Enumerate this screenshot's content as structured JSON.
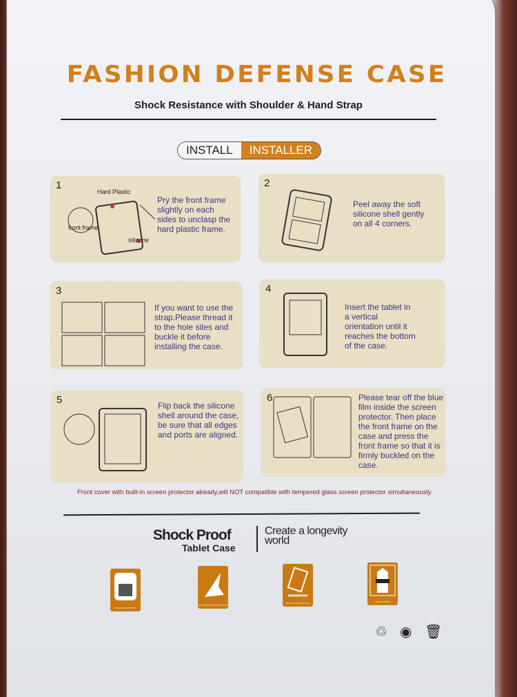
{
  "header": {
    "title": "FASHION DEFENSE CASE",
    "subtitle": "Shock Resistance with Shoulder & Hand Strap"
  },
  "toggle": {
    "install": "INSTALL",
    "installer": "INSTALLER"
  },
  "steps": [
    {
      "number": "1",
      "text": "Pry the front frame slightly on each sides to unclasp the hard plastic frame.",
      "labels": {
        "hard_plastic": "Hard Plastic",
        "front_frame": "front frame",
        "silicone": "silicone"
      }
    },
    {
      "number": "2",
      "text": "Peel away the soft silicone shell gently on all 4 corners."
    },
    {
      "number": "3",
      "text": "If you want to use the strap.Please thread it to the hole sites and buckle it before installing the case."
    },
    {
      "number": "4",
      "text": "Insert the tablet in a vertical orientation until it reaches the bottom of the case."
    },
    {
      "number": "5",
      "text": "Flip back the silicone shell around the case, be sure that all edges and ports are aligned."
    },
    {
      "number": "6",
      "text": "Please tear off the blue film inside the screen protector. Then place the front frame on the case and press the front frame so that it is firmly buckled on the case."
    }
  ],
  "footnote": "Front cover with built-in screen protector already,will NOT compatible with tempered glass screen protector simultaneously.",
  "brand": {
    "line1": "Shock Proof",
    "line2": "Tablet Case",
    "slogan": "Create a longevity world"
  },
  "features": [
    {
      "icon": "shoulder-strap-icon",
      "label": "SHOULDER STRAP"
    },
    {
      "icon": "kickstand-icon",
      "label": "WITH BUILT-IN KICKSTAND"
    },
    {
      "icon": "shock-protection-icon",
      "label": "SHOCK PROTECTION"
    },
    {
      "icon": "hand-strap-icon",
      "label": "HAND STRAP"
    }
  ],
  "colors": {
    "accent": "#d1801c",
    "panel": "#e8dfc4",
    "step_text": "#3a3580",
    "footnote": "#8a1f2b"
  }
}
